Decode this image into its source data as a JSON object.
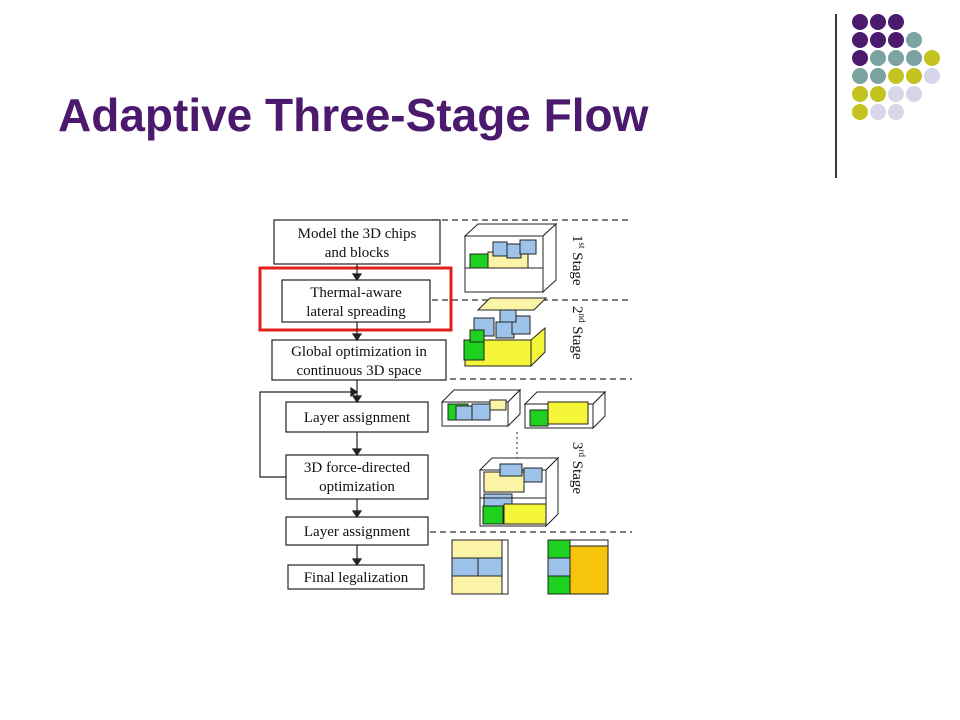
{
  "slide": {
    "title": "Adaptive Three-Stage Flow"
  },
  "decoration": {
    "dot_colors": {
      "purple": "#4b1a6e",
      "teal": "#7ba3a0",
      "olive": "#c3c31f",
      "lavender": "#d6d6e8"
    },
    "dot_grid": [
      [
        "purple",
        "purple",
        "purple",
        "",
        ""
      ],
      [
        "purple",
        "purple",
        "purple",
        "teal",
        ""
      ],
      [
        "purple",
        "teal",
        "teal",
        "teal",
        "olive"
      ],
      [
        "teal",
        "teal",
        "olive",
        "olive",
        "lavender"
      ],
      [
        "olive",
        "olive",
        "lavender",
        "lavender",
        ""
      ],
      [
        "olive",
        "lavender",
        "lavender",
        "",
        ""
      ]
    ]
  },
  "diagram": {
    "steps": [
      {
        "line1": "Model the 3D chips",
        "line2": "and blocks"
      },
      {
        "line1": "Thermal-aware",
        "line2": "lateral spreading"
      },
      {
        "line1": "Global optimization in",
        "line2": "continuous 3D space"
      },
      {
        "line1": "Layer assignment",
        "line2": ""
      },
      {
        "line1": "3D force-directed",
        "line2": "optimization"
      },
      {
        "line1": "Layer assignment",
        "line2": ""
      },
      {
        "line1": "Final legalization",
        "line2": ""
      }
    ],
    "stages": [
      {
        "num": "1",
        "sup": "st",
        "word": "Stage"
      },
      {
        "num": "2",
        "sup": "nd",
        "word": "Stage"
      },
      {
        "num": "3",
        "sup": "rd",
        "word": "Stage"
      }
    ],
    "highlight_color": "#e0201c",
    "colors": {
      "green": "#1fd11f",
      "blue": "#9ec3ea",
      "yellow": "#f5f53a",
      "pale_yellow": "#fbf3a6",
      "orange": "#f6c40b"
    }
  }
}
